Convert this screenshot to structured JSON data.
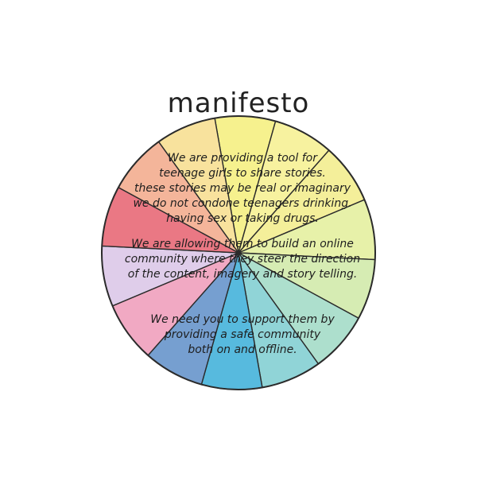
{
  "title": "manifesto",
  "wheel": {
    "segment_colors": [
      "#f4ef7a",
      "#f6f08e",
      "#f2ec88",
      "#e3ef9a",
      "#cfe9a6",
      "#9fd9c4",
      "#7cccd0",
      "#3aaed8",
      "#5e8ec8",
      "#ef9ab8",
      "#d9c4e6",
      "#e6606e",
      "#f2a888",
      "#f7dd8c"
    ],
    "outline_color": "#2b2b2b"
  },
  "paragraphs": [
    {
      "lines": [
        "We are providing a tool for",
        "teenage girls to share stories.",
        "these stories may be real or imaginary",
        "we do not condone teenagers drinking.",
        "having sex or taking drugs."
      ]
    },
    {
      "lines": [
        "We are allowing them to build an online",
        "community where they steer the direction",
        "of the content, imagery and story telling."
      ]
    },
    {
      "lines": [
        "We need you to support them by",
        "providing a safe community",
        "both on and offline."
      ]
    }
  ]
}
